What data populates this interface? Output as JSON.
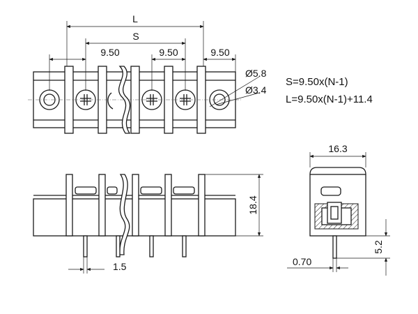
{
  "dimensions": {
    "overall_length": "L",
    "pitch_span": "S",
    "pitch_1": "9.50",
    "pitch_2": "9.50",
    "end_offset": "9.50",
    "outer_diameter": "Ø5.8",
    "inner_diameter": "Ø3.4",
    "height": "18.4",
    "pin_width": "1.5",
    "side_width": "16.3",
    "pin_thickness": "0.70",
    "pin_length": "5.2"
  },
  "formulas": {
    "s_formula": "S=9.50x(N-1)",
    "l_formula": "L=9.50x(N-1)+11.4"
  }
}
